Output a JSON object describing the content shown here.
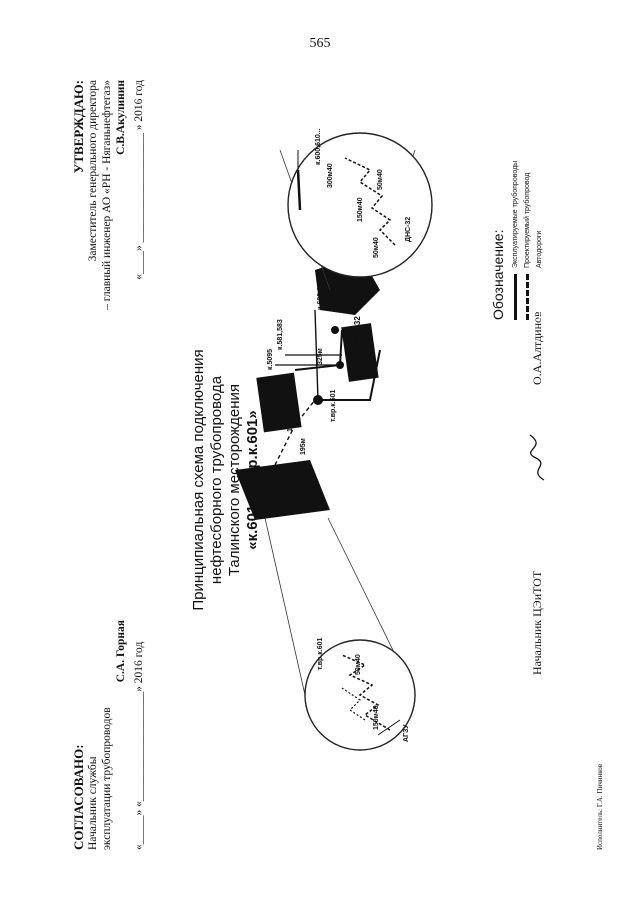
{
  "page_number": "565",
  "approved": {
    "head": "СОГЛАСОВАНО:",
    "line1": "Начальник службы",
    "line2": "эксплуатации трубопроводов",
    "name": "С.А. Горная",
    "date_line": "«_____» «___________________» 2016 год"
  },
  "confirm": {
    "head": "УТВЕРЖДАЮ:",
    "line1": "Заместитель генерального директора",
    "line2": "– главный инженер АО «РН - Няганьнефтегаз»",
    "name": "С.В.Акулинин",
    "date_line": "«____» ___________________ » 2016 год"
  },
  "title": {
    "line1": "Принципиальная схема подключения",
    "line2": "нефтесборного трубопровода",
    "line3": "Талинского месторождения",
    "line4": "«к.601 – т.вр.к.601»"
  },
  "labels": {
    "k5095": "к.5095",
    "k581": "к.581,583",
    "dns32": "ДНС-32",
    "tvr601": "т.вр.к.601",
    "k600": "к.600,610...",
    "dist1": "325м",
    "dist2": "195м",
    "dist3": "1,1км",
    "left_tvr": "т.вр.к.601",
    "left_agzu": "АГЗУ",
    "left_150": "150м40",
    "left_50": "50м40",
    "right_dns": "ДНС-32",
    "right_50a": "50м40",
    "right_150": "150м40",
    "right_50b": "50м40",
    "right_300": "300м40",
    "right_k600": "к.600,610..."
  },
  "footer": {
    "chief_position": "Начальник ЦЭиТОТ",
    "chief_name": "О.А.Алтдинов",
    "executor": "Исполнитель: Г.А. Пичинков"
  },
  "legend": {
    "title": "Обозначение:",
    "items": [
      {
        "label": "Эксплуатируемые трубопроводы"
      },
      {
        "label": "Проектируемый трубопровод"
      },
      {
        "label": "Автодороги"
      }
    ]
  }
}
